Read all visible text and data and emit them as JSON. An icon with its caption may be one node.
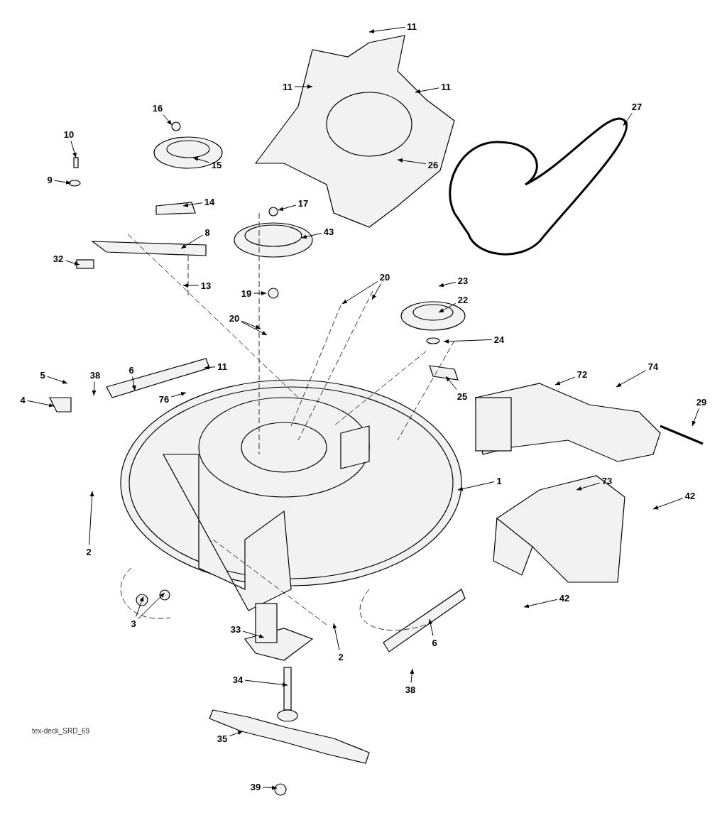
{
  "diagram": {
    "nodes": [
      {
        "text": [
          "11"
        ]
      },
      {
        "text": [
          "11"
        ]
      },
      {
        "text": [
          "11"
        ]
      },
      {
        "text": [
          "27"
        ]
      },
      {
        "text": [
          "16"
        ]
      },
      {
        "text": [
          "10"
        ]
      },
      {
        "text": [
          "15"
        ]
      },
      {
        "text": [
          "26"
        ]
      },
      {
        "text": [
          "9"
        ]
      },
      {
        "text": [
          "14"
        ]
      },
      {
        "text": [
          "17"
        ]
      },
      {
        "text": [
          "43"
        ]
      },
      {
        "text": [
          "8"
        ]
      },
      {
        "text": [
          "32"
        ]
      },
      {
        "text": [
          "13"
        ]
      },
      {
        "text": [
          "19"
        ]
      },
      {
        "text": [
          "20"
        ]
      },
      {
        "text": [
          "23"
        ]
      },
      {
        "text": [
          "22"
        ]
      },
      {
        "text": [
          "20"
        ]
      },
      {
        "text": [
          "24"
        ]
      },
      {
        "text": [
          "11"
        ]
      },
      {
        "text": [
          "5"
        ]
      },
      {
        "text": [
          "6"
        ]
      },
      {
        "text": [
          "38"
        ]
      },
      {
        "text": [
          "74"
        ]
      },
      {
        "text": [
          "72"
        ]
      },
      {
        "text": [
          "4"
        ]
      },
      {
        "text": [
          "76"
        ]
      },
      {
        "text": [
          "25"
        ]
      },
      {
        "text": [
          "29"
        ]
      },
      {
        "text": [
          "1"
        ]
      },
      {
        "text": [
          "73"
        ]
      },
      {
        "text": [
          "42"
        ]
      },
      {
        "text": [
          "2"
        ]
      },
      {
        "text": [
          "42"
        ]
      },
      {
        "text": [
          "3"
        ]
      },
      {
        "text": [
          "33"
        ]
      },
      {
        "text": [
          "2"
        ]
      },
      {
        "text": [
          "6"
        ]
      },
      {
        "text": [
          "38"
        ]
      },
      {
        "text": [
          "34"
        ]
      },
      {
        "text": [
          "35"
        ]
      },
      {
        "text": [
          "39"
        ]
      }
    ],
    "edges": [
      {
        "from": 0,
        "to": null,
        "arrow": "to"
      },
      {
        "from": 1,
        "to": null,
        "arrow": "to"
      },
      {
        "from": 2,
        "to": null,
        "arrow": "to"
      },
      {
        "from": 3,
        "to": null,
        "arrow": "to"
      },
      {
        "from": 4,
        "to": null,
        "arrow": "to"
      },
      {
        "from": 5,
        "to": null,
        "arrow": "to"
      },
      {
        "from": 6,
        "to": null,
        "arrow": "to"
      },
      {
        "from": 7,
        "to": null,
        "arrow": "to"
      },
      {
        "from": 8,
        "to": null,
        "arrow": "to"
      },
      {
        "from": 9,
        "to": null,
        "arrow": "to"
      },
      {
        "from": 10,
        "to": null,
        "arrow": "to"
      },
      {
        "from": 11,
        "to": null,
        "arrow": "to"
      },
      {
        "from": 12,
        "to": null,
        "arrow": "to"
      },
      {
        "from": 13,
        "to": null,
        "arrow": "to"
      },
      {
        "from": 14,
        "to": null,
        "arrow": "to"
      },
      {
        "from": 15,
        "to": null,
        "arrow": "to"
      },
      {
        "from": 16,
        "to": null,
        "arrow": "to"
      },
      {
        "from": 16,
        "to": null,
        "arrow": "to"
      },
      {
        "from": 17,
        "to": null,
        "arrow": "to"
      },
      {
        "from": 18,
        "to": null,
        "arrow": "to"
      },
      {
        "from": 19,
        "to": null,
        "arrow": "to"
      },
      {
        "from": 19,
        "to": null,
        "arrow": "to"
      },
      {
        "from": 20,
        "to": null,
        "arrow": "to"
      },
      {
        "from": 21,
        "to": null,
        "arrow": "to"
      },
      {
        "from": 22,
        "to": null,
        "arrow": "to"
      },
      {
        "from": 23,
        "to": null,
        "arrow": "to"
      },
      {
        "from": 24,
        "to": null,
        "arrow": "to"
      },
      {
        "from": 25,
        "to": null,
        "arrow": "to"
      },
      {
        "from": 26,
        "to": null,
        "arrow": "to"
      },
      {
        "from": 27,
        "to": null,
        "arrow": "to"
      },
      {
        "from": 28,
        "to": null,
        "arrow": "to"
      },
      {
        "from": 29,
        "to": null,
        "arrow": "to"
      },
      {
        "from": 30,
        "to": null,
        "arrow": "to"
      },
      {
        "from": 31,
        "to": null,
        "arrow": "to"
      },
      {
        "from": 32,
        "to": null,
        "arrow": "to"
      },
      {
        "from": 33,
        "to": null,
        "arrow": "to"
      },
      {
        "from": 34,
        "to": null,
        "arrow": "to"
      },
      {
        "from": 35,
        "to": null,
        "arrow": "to"
      },
      {
        "from": 36,
        "to": null,
        "arrow": "to"
      },
      {
        "from": 36,
        "to": null,
        "arrow": "to"
      },
      {
        "from": 37,
        "to": null,
        "arrow": "to"
      },
      {
        "from": 38,
        "to": null,
        "arrow": "to"
      },
      {
        "from": 39,
        "to": null,
        "arrow": "to"
      },
      {
        "from": 40,
        "to": null,
        "arrow": "to"
      },
      {
        "from": 41,
        "to": null,
        "arrow": "to"
      },
      {
        "from": 42,
        "to": null,
        "arrow": "to"
      },
      {
        "from": 43,
        "to": null,
        "arrow": "to"
      }
    ],
    "labels": [
      "tex-deck_SRD_69"
    ]
  }
}
